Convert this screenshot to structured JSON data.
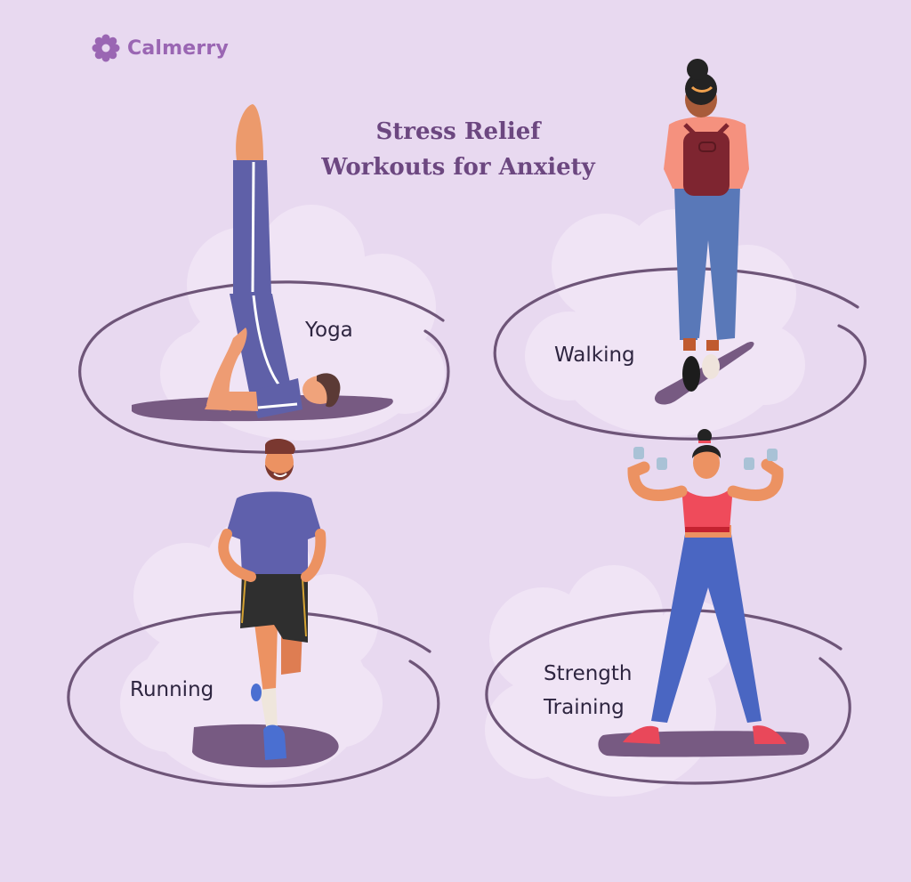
{
  "brand": {
    "name": "Calmerry",
    "logo_icon": "flower-icon",
    "color": "#9a66b3"
  },
  "header": {
    "title_line1": "Stress Relief",
    "title_line2": "Workouts for Anxiety",
    "title_color": "#6c4780"
  },
  "activities": [
    {
      "label": "Yoga",
      "figure": "person-shoulder-stand-icon"
    },
    {
      "label": "Walking",
      "figure": "person-walking-with-backpack-icon"
    },
    {
      "label": "Running",
      "figure": "man-running-icon"
    },
    {
      "label": "Strength",
      "label_line2": "Training",
      "figure": "woman-lifting-dumbbells-icon"
    }
  ],
  "colors": {
    "background": "#e8d9f0",
    "cloud": "#f0e4f5",
    "ring": "#6e5578",
    "mat": "#775a82",
    "label_text": "#2e2540"
  }
}
